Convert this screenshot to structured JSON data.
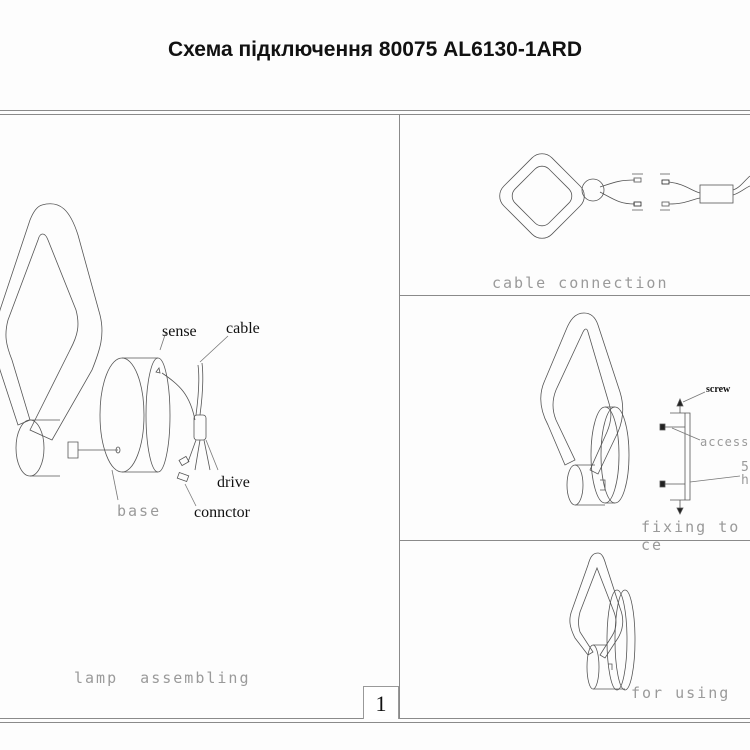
{
  "title": "Схема підключення 80075 AL6130-1ARD",
  "panels": {
    "lamp_assembling": {
      "caption": "lamp  assembling",
      "labels": {
        "sense": "sense",
        "cable": "cable",
        "drive": "drive",
        "connector": "connctor",
        "base": "base"
      },
      "page_number": "1"
    },
    "cable_connection": {
      "caption": "cable connection"
    },
    "fixing": {
      "caption": "fixing to ce",
      "labels": {
        "screw": "screw",
        "accessory": "accesso",
        "hole_line1": "5",
        "hole_line2": "h"
      }
    },
    "for_using": {
      "caption": "for using"
    }
  }
}
